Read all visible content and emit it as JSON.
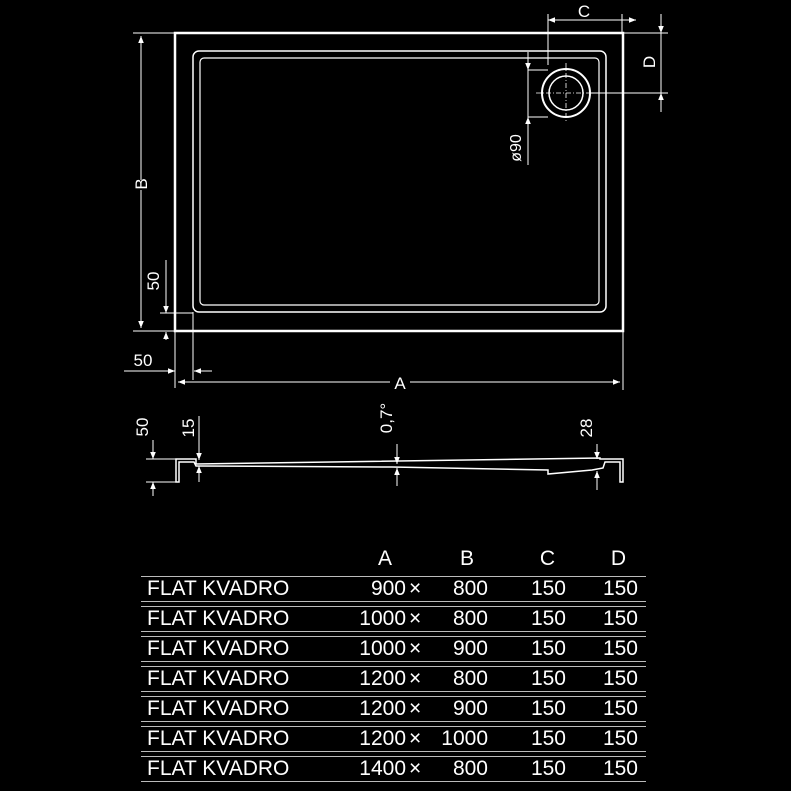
{
  "drawing": {
    "labels": {
      "c": "C",
      "d": "D",
      "b": "B",
      "a": "A",
      "drain_diameter": "ø90",
      "rim_side": "50",
      "rim_bottom": "50",
      "height": "50",
      "rim_depth": "15",
      "slope": "0,7°",
      "drain_depth": "28"
    }
  },
  "table": {
    "headers": {
      "a": "A",
      "b": "B",
      "c": "C",
      "d": "D"
    },
    "rows": [
      {
        "name": "FLAT KVADRO",
        "a": "900",
        "x": "×",
        "b": "800",
        "c": "150",
        "d": "150"
      },
      {
        "name": "FLAT KVADRO",
        "a": "1000",
        "x": "×",
        "b": "800",
        "c": "150",
        "d": "150"
      },
      {
        "name": "FLAT KVADRO",
        "a": "1000",
        "x": "×",
        "b": "900",
        "c": "150",
        "d": "150"
      },
      {
        "name": "FLAT KVADRO",
        "a": "1200",
        "x": "×",
        "b": "800",
        "c": "150",
        "d": "150"
      },
      {
        "name": "FLAT KVADRO",
        "a": "1200",
        "x": "×",
        "b": "900",
        "c": "150",
        "d": "150"
      },
      {
        "name": "FLAT KVADRO",
        "a": "1200",
        "x": "×",
        "b": "1000",
        "c": "150",
        "d": "150"
      },
      {
        "name": "FLAT KVADRO",
        "a": "1400",
        "x": "×",
        "b": "800",
        "c": "150",
        "d": "150"
      }
    ]
  }
}
